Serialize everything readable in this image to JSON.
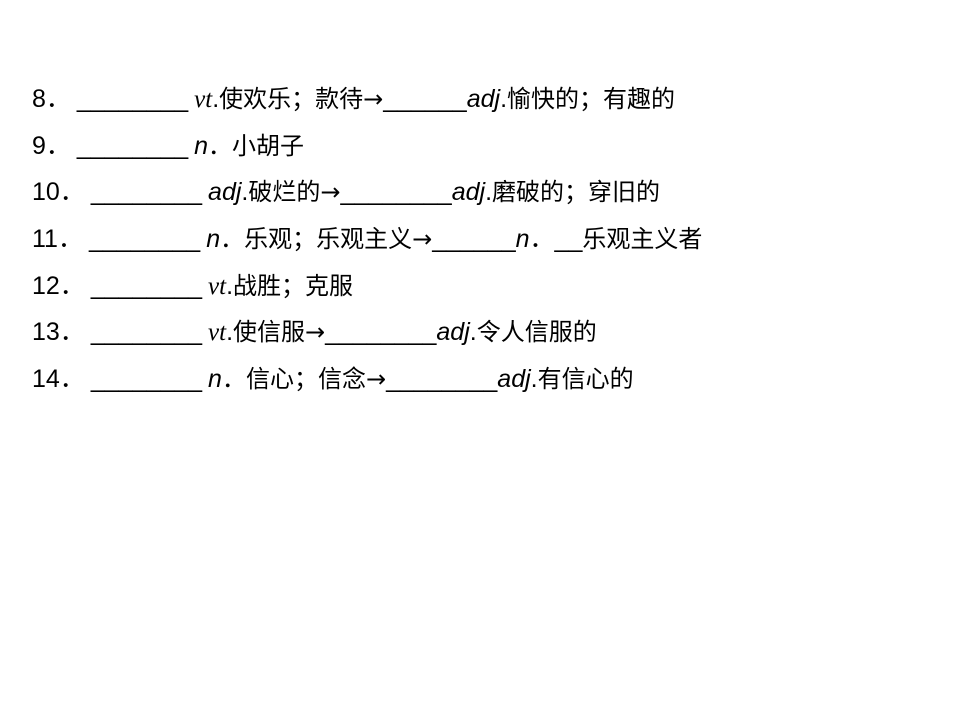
{
  "rows": [
    {
      "num": "8．",
      "blank1": "________",
      "pos1": "vt",
      "dot1": ".",
      "def1": "使欢乐；款待→",
      "blank2": "______",
      "pos2": "adj",
      "dot2": ".",
      "def2": "愉快的；有趣的"
    },
    {
      "num": "9．",
      "blank1": "________",
      "pos1": "n",
      "dot1": "．",
      "def1": "小胡子"
    },
    {
      "num": "10．",
      "blank1": "________",
      "pos1": "adj",
      "dot1": ".",
      "def1": "破烂的→",
      "blank2": "________",
      "pos2": "adj",
      "dot2": ".",
      "def2": "磨破的；穿旧的"
    },
    {
      "num": "11．",
      "blank1": "________",
      "pos1": "n",
      "dot1": "．",
      "def1": "乐观；乐观主义→",
      "blank2": "______",
      "pos2": "n",
      "dot2": "．__",
      "def2": "乐观主义者"
    },
    {
      "num": "12．",
      "blank1": "________",
      "pos1": "vt",
      "dot1": ".",
      "def1": "战胜；克服"
    },
    {
      "num": "13．",
      "blank1": "________",
      "pos1": "vt",
      "dot1": ".",
      "def1": "使信服→",
      "blank2": "________",
      "pos2": "adj",
      "dot2": ".",
      "def2": "令人信服的"
    },
    {
      "num": "14．",
      "blank1": "________",
      "pos1": "n",
      "dot1": "．",
      "def1": "信心；信念→",
      "blank2": "________",
      "pos2": "adj",
      "dot2": ".",
      "def2": "有信心的"
    }
  ]
}
